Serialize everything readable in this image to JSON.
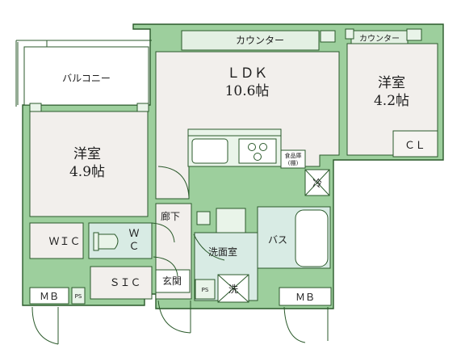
{
  "rooms": {
    "balcony": "バルコニー",
    "counter_main": "カウンター",
    "counter_right": "カウンター",
    "ldk_name": "ＬＤＫ",
    "ldk_size": "10.6帖",
    "western_right_name": "洋室",
    "western_right_size": "4.2帖",
    "cl": "ＣＬ",
    "western_left_name": "洋室",
    "western_left_size": "4.9帖",
    "refrigerator": "冷",
    "food_storage_1": "食品庫",
    "food_storage_2": "(棚)",
    "hallway": "廊下",
    "wic": "ＷＩＣ",
    "wc_1": "Ｗ",
    "wc_2": "Ｃ",
    "washroom": "洗面室",
    "bath": "バス",
    "washer": "洗",
    "ps_right": "PS",
    "sic": "ＳＩＣ",
    "entrance": "玄関",
    "mb_left": "ＭＢ",
    "ps_left": "PS",
    "mb_right": "ＭＢ"
  },
  "colors": {
    "wall": "#9dcf9d",
    "wall_stroke": "#2b5a2b",
    "floor": "#f2efec",
    "wet_area": "#d8ebe4"
  }
}
